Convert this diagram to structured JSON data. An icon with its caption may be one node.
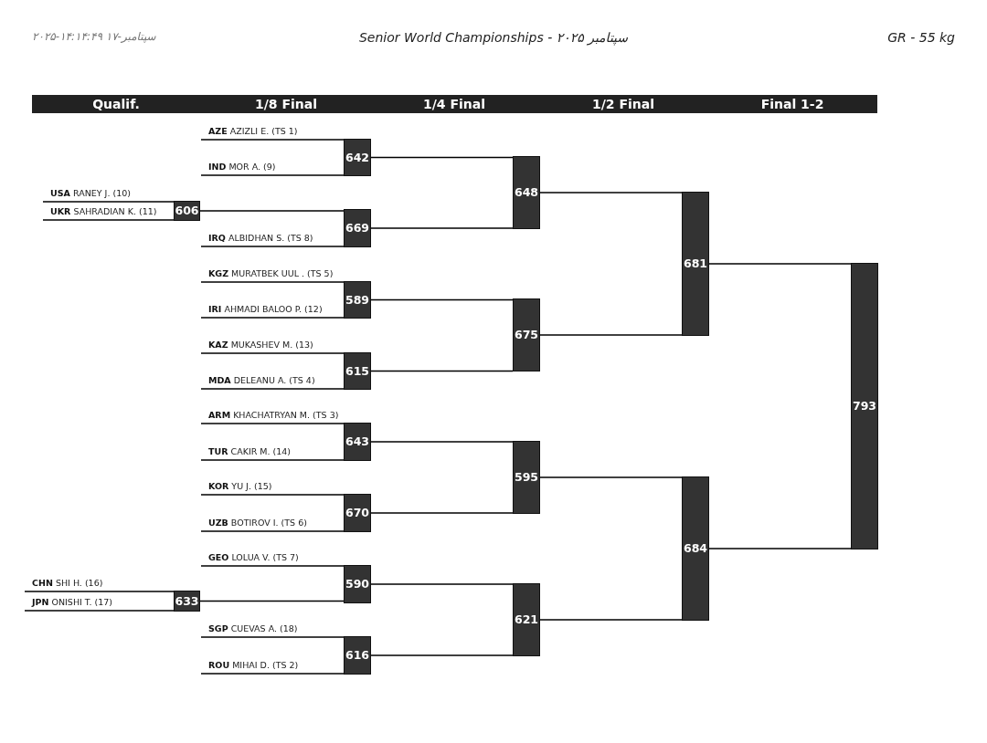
{
  "diagram": {
    "title": "Senior World Championships - سپتامبر ۲۰۲۵",
    "nodes": [
      {
        "text": [
          "**AZE** AZIZLI E. (TS 1)"
        ]
      },
      {
        "text": [
          "**IND** MOR A. (9)"
        ]
      },
      {
        "text": [
          "642"
        ]
      },
      {
        "text": [
          "**USA** RANEY J. (10)"
        ]
      },
      {
        "text": [
          "**UKR** SAHRADIAN K. (11)"
        ]
      },
      {
        "text": [
          "606"
        ]
      },
      {
        "text": [
          "**IRQ** ALBIDHAN S. (TS 8)"
        ]
      },
      {
        "text": [
          "669"
        ]
      },
      {
        "text": [
          "**KGZ** MURATBEK UUL . (TS 5)"
        ]
      },
      {
        "text": [
          "**IRI** AHMADI BALOO P. (12)"
        ]
      },
      {
        "text": [
          "589"
        ]
      },
      {
        "text": [
          "**KAZ** MUKASHEV M. (13)"
        ]
      },
      {
        "text": [
          "**MDA** DELEANU A. (TS 4)"
        ]
      },
      {
        "text": [
          "615"
        ]
      },
      {
        "text": [
          "**ARM** KHACHATRYAN M. (TS 3)"
        ]
      },
      {
        "text": [
          "**TUR** CAKIR M. (14)"
        ]
      },
      {
        "text": [
          "643"
        ]
      },
      {
        "text": [
          "**KOR** YU J. (15)"
        ]
      },
      {
        "text": [
          "**UZB** BOTIROV I. (TS 6)"
        ]
      },
      {
        "text": [
          "670"
        ]
      },
      {
        "text": [
          "**GEO** LOLUA V. (TS 7)"
        ]
      },
      {
        "text": [
          "**CHN** SHI H. (16)"
        ]
      },
      {
        "text": [
          "**JPN** ONISHI T. (17)"
        ]
      },
      {
        "text": [
          "633"
        ]
      },
      {
        "text": [
          "590"
        ]
      },
      {
        "text": [
          "**SGP** CUEVAS A. (18)"
        ]
      },
      {
        "text": [
          "**ROU** MIHAI D. (TS 2)"
        ]
      },
      {
        "text": [
          "616"
        ]
      },
      {
        "text": [
          "648"
        ]
      },
      {
        "text": [
          "675"
        ]
      },
      {
        "text": [
          "595"
        ]
      },
      {
        "text": [
          "621"
        ]
      },
      {
        "text": [
          "681"
        ]
      },
      {
        "text": [
          "684"
        ]
      },
      {
        "text": [
          "793"
        ]
      }
    ],
    "edges": [
      {
        "from": 0,
        "to": 2,
        "arrow": "none"
      },
      {
        "from": 1,
        "to": 2,
        "arrow": "none"
      },
      {
        "from": 3,
        "to": 5,
        "arrow": "none"
      },
      {
        "from": 4,
        "to": 5,
        "arrow": "none"
      },
      {
        "from": 5,
        "to": 7,
        "arrow": "none"
      },
      {
        "from": 6,
        "to": 7,
        "arrow": "none"
      },
      {
        "from": 8,
        "to": 10,
        "arrow": "none"
      },
      {
        "from": 9,
        "to": 10,
        "arrow": "none"
      },
      {
        "from": 11,
        "to": 13,
        "arrow": "none"
      },
      {
        "from": 12,
        "to": 13,
        "arrow": "none"
      },
      {
        "from": 14,
        "to": 16,
        "arrow": "none"
      },
      {
        "from": 15,
        "to": 16,
        "arrow": "none"
      },
      {
        "from": 17,
        "to": 19,
        "arrow": "none"
      },
      {
        "from": 18,
        "to": 19,
        "arrow": "none"
      },
      {
        "from": 20,
        "to": 24,
        "arrow": "none"
      },
      {
        "from": 21,
        "to": 23,
        "arrow": "none"
      },
      {
        "from": 22,
        "to": 23,
        "arrow": "none"
      },
      {
        "from": 23,
        "to": 24,
        "arrow": "none"
      },
      {
        "from": 25,
        "to": 27,
        "arrow": "none"
      },
      {
        "from": 26,
        "to": 27,
        "arrow": "none"
      },
      {
        "from": 2,
        "to": 28,
        "arrow": "none"
      },
      {
        "from": 7,
        "to": 28,
        "arrow": "none"
      },
      {
        "from": 10,
        "to": 29,
        "arrow": "none"
      },
      {
        "from": 13,
        "to": 29,
        "arrow": "none"
      },
      {
        "from": 16,
        "to": 30,
        "arrow": "none"
      },
      {
        "from": 19,
        "to": 30,
        "arrow": "none"
      },
      {
        "from": 24,
        "to": 31,
        "arrow": "none"
      },
      {
        "from": 27,
        "to": 31,
        "arrow": "none"
      },
      {
        "from": 28,
        "to": 32,
        "arrow": "none"
      },
      {
        "from": 29,
        "to": 32,
        "arrow": "none"
      },
      {
        "from": 30,
        "to": 33,
        "arrow": "none"
      },
      {
        "from": 31,
        "to": 33,
        "arrow": "none"
      },
      {
        "from": 32,
        "to": 34,
        "arrow": "none"
      },
      {
        "from": 33,
        "to": 34,
        "arrow": "none"
      }
    ],
    "labels": [
      "سپتامبر-۱۷ ۱۴:۱۴:۴۹-۲۰۲۵",
      "GR - 55 kg",
      "Qualif.",
      "1/8 Final",
      "1/4 Final",
      "1/2 Final",
      "Final 1-2"
    ]
  }
}
